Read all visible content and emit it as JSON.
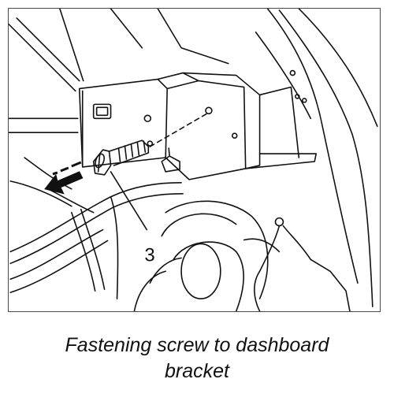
{
  "figure": {
    "callout_number": "3"
  },
  "caption": {
    "line1": "Fastening screw to dashboard",
    "line2": "bracket"
  },
  "colors": {
    "line": "#111111",
    "background": "#ffffff"
  }
}
